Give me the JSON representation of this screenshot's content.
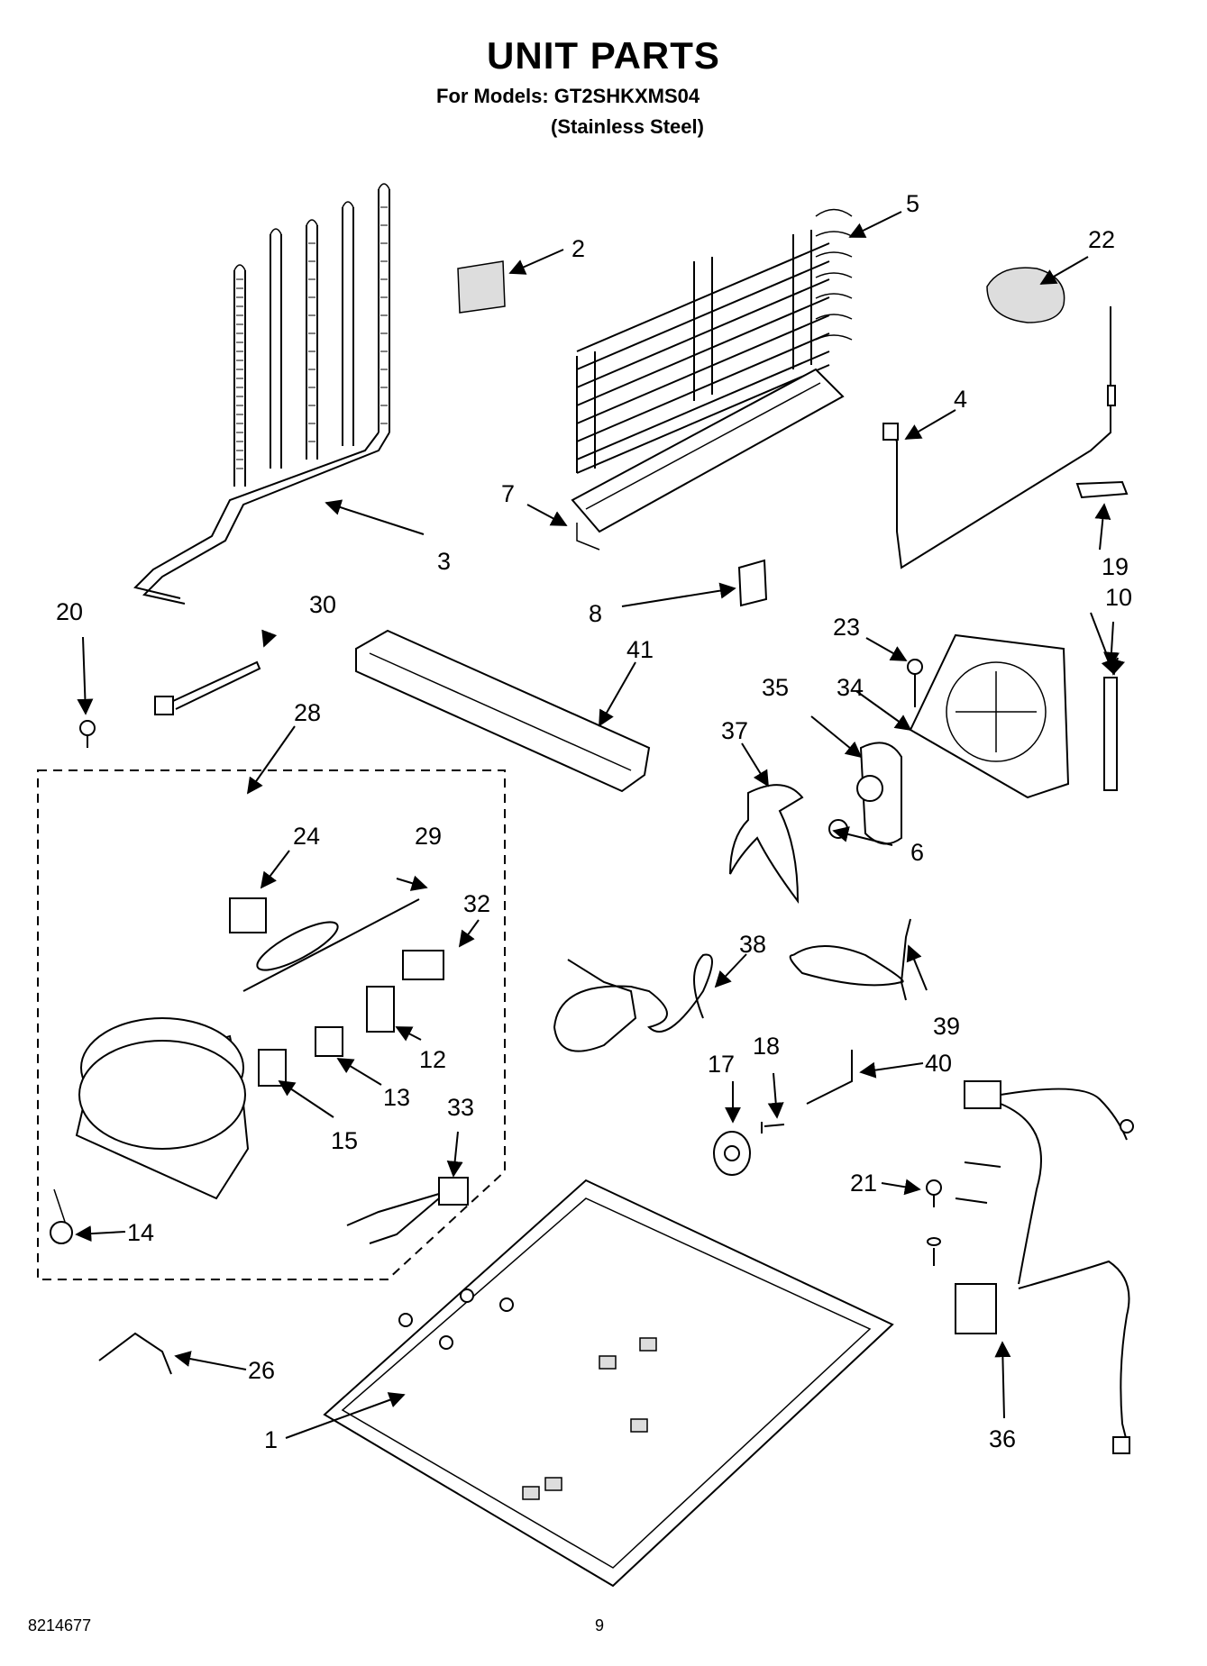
{
  "header": {
    "title": "UNIT PARTS",
    "models_line": "For Models: GT2SHKXMS04",
    "finish_line": "(Stainless Steel)"
  },
  "footer": {
    "doc_number": "8214677",
    "page_number": "9"
  },
  "callouts": [
    "1",
    "2",
    "3",
    "4",
    "5",
    "6",
    "7",
    "8",
    "10",
    "12",
    "13",
    "14",
    "15",
    "17",
    "18",
    "19",
    "20",
    "21",
    "22",
    "23",
    "24",
    "26",
    "28",
    "29",
    "30",
    "32",
    "33",
    "34",
    "35",
    "36",
    "37",
    "38",
    "39",
    "40",
    "41"
  ]
}
